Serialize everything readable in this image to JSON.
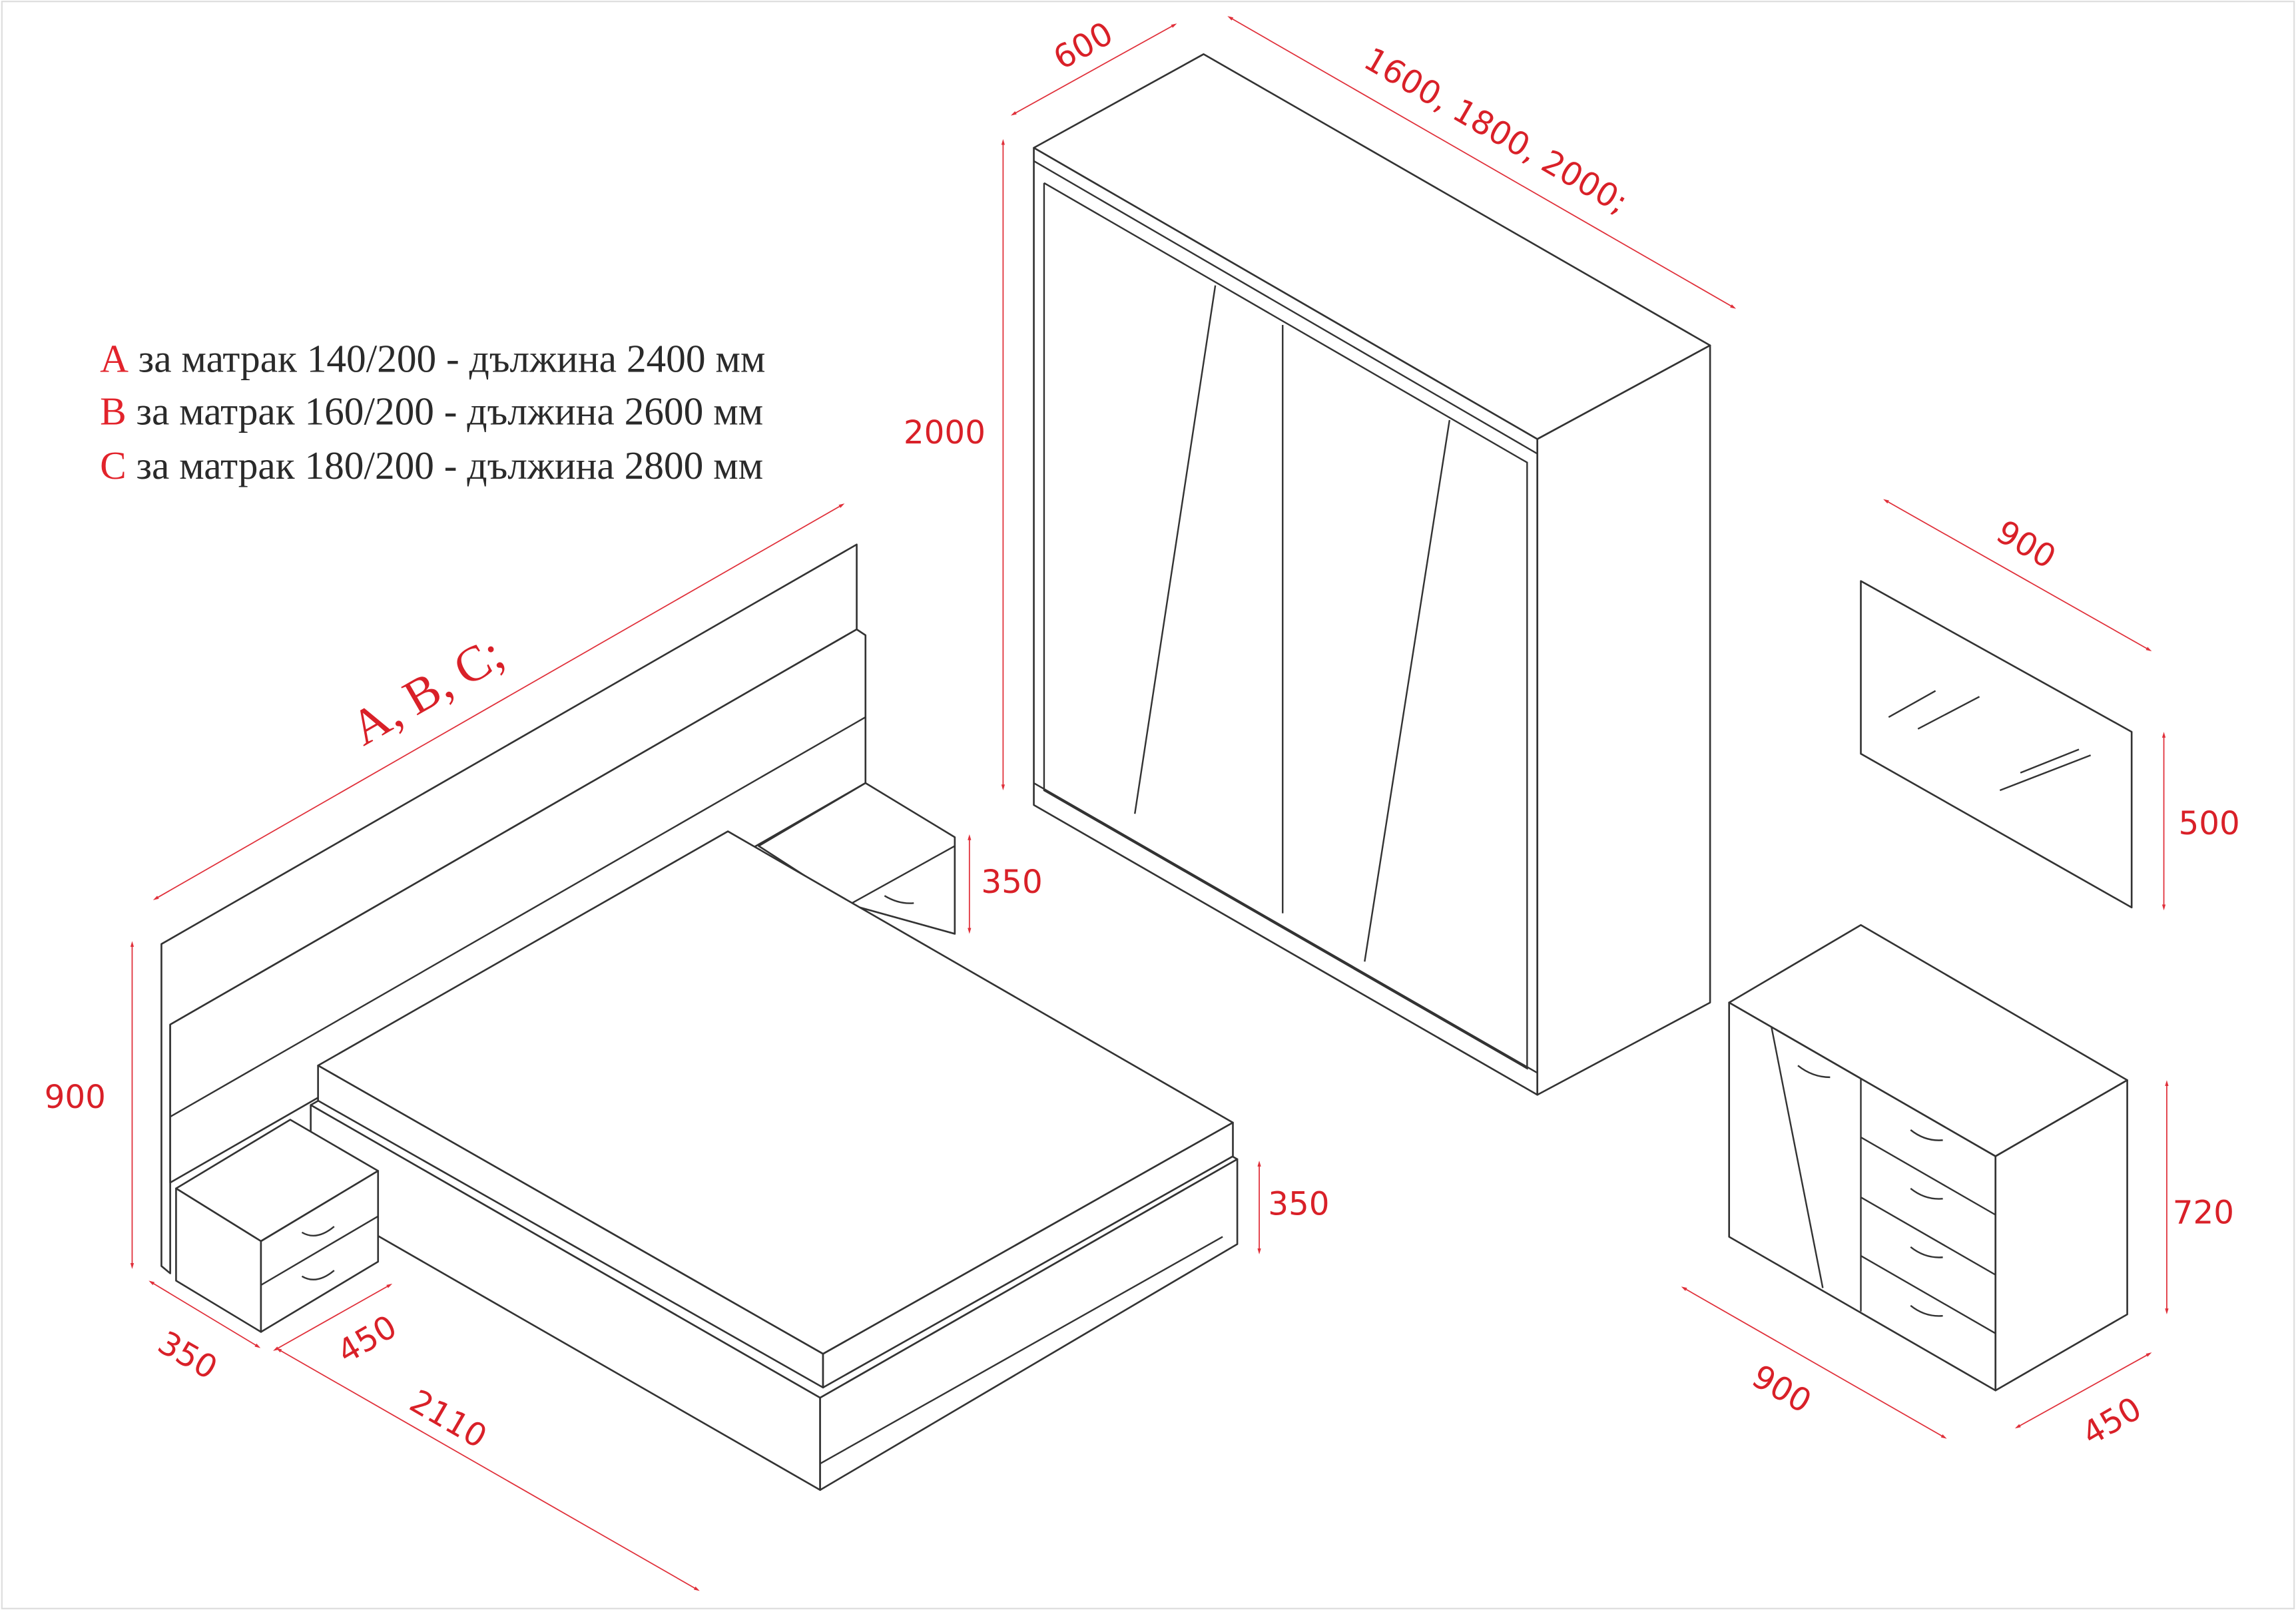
{
  "legend": [
    {
      "letter": "A",
      "text": "за матрак 140/200 - дължина 2400 мм"
    },
    {
      "letter": "B",
      "text": "за матрак 160/200 - дължина 2600 мм"
    },
    {
      "letter": "C",
      "text": "за матрак 180/200 - дължина 2800 мм"
    }
  ],
  "wardrobe": {
    "depth": "600",
    "width": "1600, 1800, 2000;",
    "height": "2000"
  },
  "mirror": {
    "width": "900",
    "height": "500"
  },
  "dresser": {
    "height": "720",
    "width": "900",
    "depth": "450"
  },
  "bed": {
    "headboard_length": "A, B, C;",
    "headboard_height": "900",
    "bed_height": "350",
    "length": "2110"
  },
  "nightstand": {
    "depth": "350",
    "width": "450",
    "height": "350"
  },
  "colors": {
    "dimension": "#e0303a",
    "line": "#333333"
  }
}
